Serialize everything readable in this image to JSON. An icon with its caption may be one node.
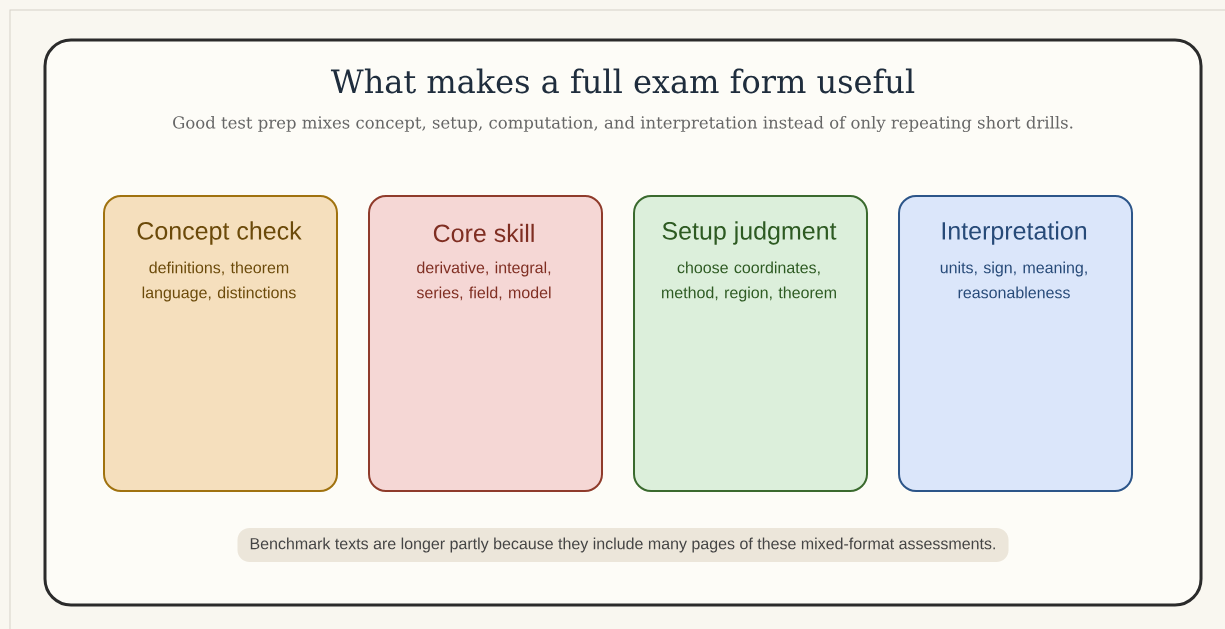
{
  "diagram": {
    "title": "What makes a full exam form useful",
    "nodes": [
      {
        "text": [
          "Concept check",
          "definitions, theorem language, distinctions"
        ]
      },
      {
        "text": [
          "Core skill",
          "derivative, integral, series, field, model"
        ]
      },
      {
        "text": [
          "Setup judgment",
          "choose coordinates, method, region, theorem"
        ]
      },
      {
        "text": [
          "Interpretation",
          "units, sign, meaning, reasonableness"
        ]
      },
      {
        "text": [
          "Benchmark texts are longer partly because they include many pages of these mixed-format assessments."
        ]
      }
    ],
    "edges": [],
    "labels": [
      "Good test prep mixes concept, setup, computation, and interpretation instead of only repeating short drills."
    ]
  }
}
